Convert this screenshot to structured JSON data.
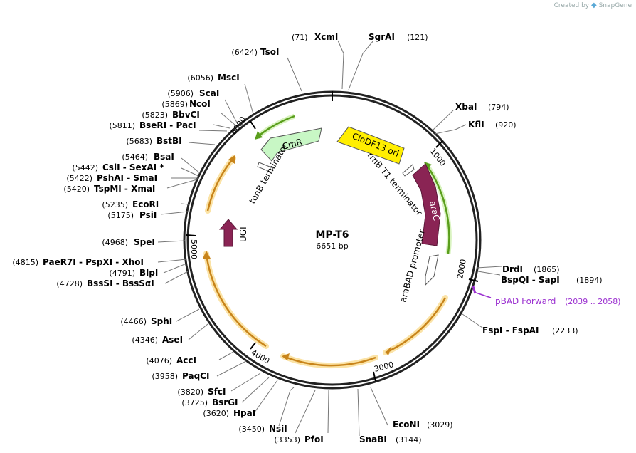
{
  "brand": {
    "created_by": "Created by",
    "app": "SnapGene"
  },
  "plasmid": {
    "name": "MP-T6",
    "length_label": "6651 bp",
    "length": 6651
  },
  "ticks": [
    "1000",
    "2000",
    "3000",
    "4000",
    "5000",
    "6000"
  ],
  "enzymes": [
    {
      "name": "XcmI",
      "pos": "(71)"
    },
    {
      "name": "SgrAI",
      "pos": "(121)"
    },
    {
      "name": "TsoI",
      "pos": "(6424)"
    },
    {
      "name": "MscI",
      "pos": "(6056)"
    },
    {
      "name": "ScaI",
      "pos": "(5906)"
    },
    {
      "name": "NcoI",
      "pos": "(5869)"
    },
    {
      "name": "BbvCI",
      "pos": "(5823)"
    },
    {
      "name": "BseRI - PacI",
      "pos": "(5811)"
    },
    {
      "name": "BstBI",
      "pos": "(5683)"
    },
    {
      "name": "BsaI",
      "pos": "(5464)"
    },
    {
      "name": "CsiI - SexAI *",
      "pos": "(5442)"
    },
    {
      "name": "PshAI - SmaI",
      "pos": "(5422)"
    },
    {
      "name": "TspMI - XmaI",
      "pos": "(5420)"
    },
    {
      "name": "EcoRI",
      "pos": "(5235)"
    },
    {
      "name": "PsiI",
      "pos": "(5175)"
    },
    {
      "name": "SpeI",
      "pos": "(4968)"
    },
    {
      "name": "PaeR7I - PspXI - XhoI",
      "pos": "(4815)"
    },
    {
      "name": "BlpI",
      "pos": "(4791)"
    },
    {
      "name": "BssSI - BssSαI",
      "pos": "(4728)"
    },
    {
      "name": "SphI",
      "pos": "(4466)"
    },
    {
      "name": "AseI",
      "pos": "(4346)"
    },
    {
      "name": "AccI",
      "pos": "(4076)"
    },
    {
      "name": "PaqCI",
      "pos": "(3958)"
    },
    {
      "name": "SfcI",
      "pos": "(3820)"
    },
    {
      "name": "BsrGI",
      "pos": "(3725)"
    },
    {
      "name": "HpaI",
      "pos": "(3620)"
    },
    {
      "name": "NsiI",
      "pos": "(3450)"
    },
    {
      "name": "PfoI",
      "pos": "(3353)"
    },
    {
      "name": "SnaBI",
      "pos": "(3144)"
    },
    {
      "name": "EcoNI",
      "pos": "(3029)"
    },
    {
      "name": "FspI - FspAI",
      "pos": "(2233)"
    },
    {
      "name": "BspQI - SapI",
      "pos": "(1894)"
    },
    {
      "name": "DrdI",
      "pos": "(1865)"
    },
    {
      "name": "KflI",
      "pos": "(920)"
    },
    {
      "name": "XbaI",
      "pos": "(794)"
    }
  ],
  "primer": {
    "name": "pBAD Forward",
    "range": "(2039 .. 2058)",
    "color": "#9b30d0"
  },
  "features": {
    "clodf13": {
      "label": "CloDF13 ori",
      "color": "#ffee00"
    },
    "cmr": {
      "label": "CmR",
      "color": "#c8f7c5"
    },
    "arac": {
      "label": "araC",
      "color": "#8a2454"
    },
    "ugi": {
      "label": "UGI",
      "color": "#8a2454"
    },
    "rrnb": {
      "label": "rrnB T1 terminator"
    },
    "tonb": {
      "label": "tonB terminator"
    },
    "arabad": {
      "label": "araBAD promoter"
    }
  }
}
